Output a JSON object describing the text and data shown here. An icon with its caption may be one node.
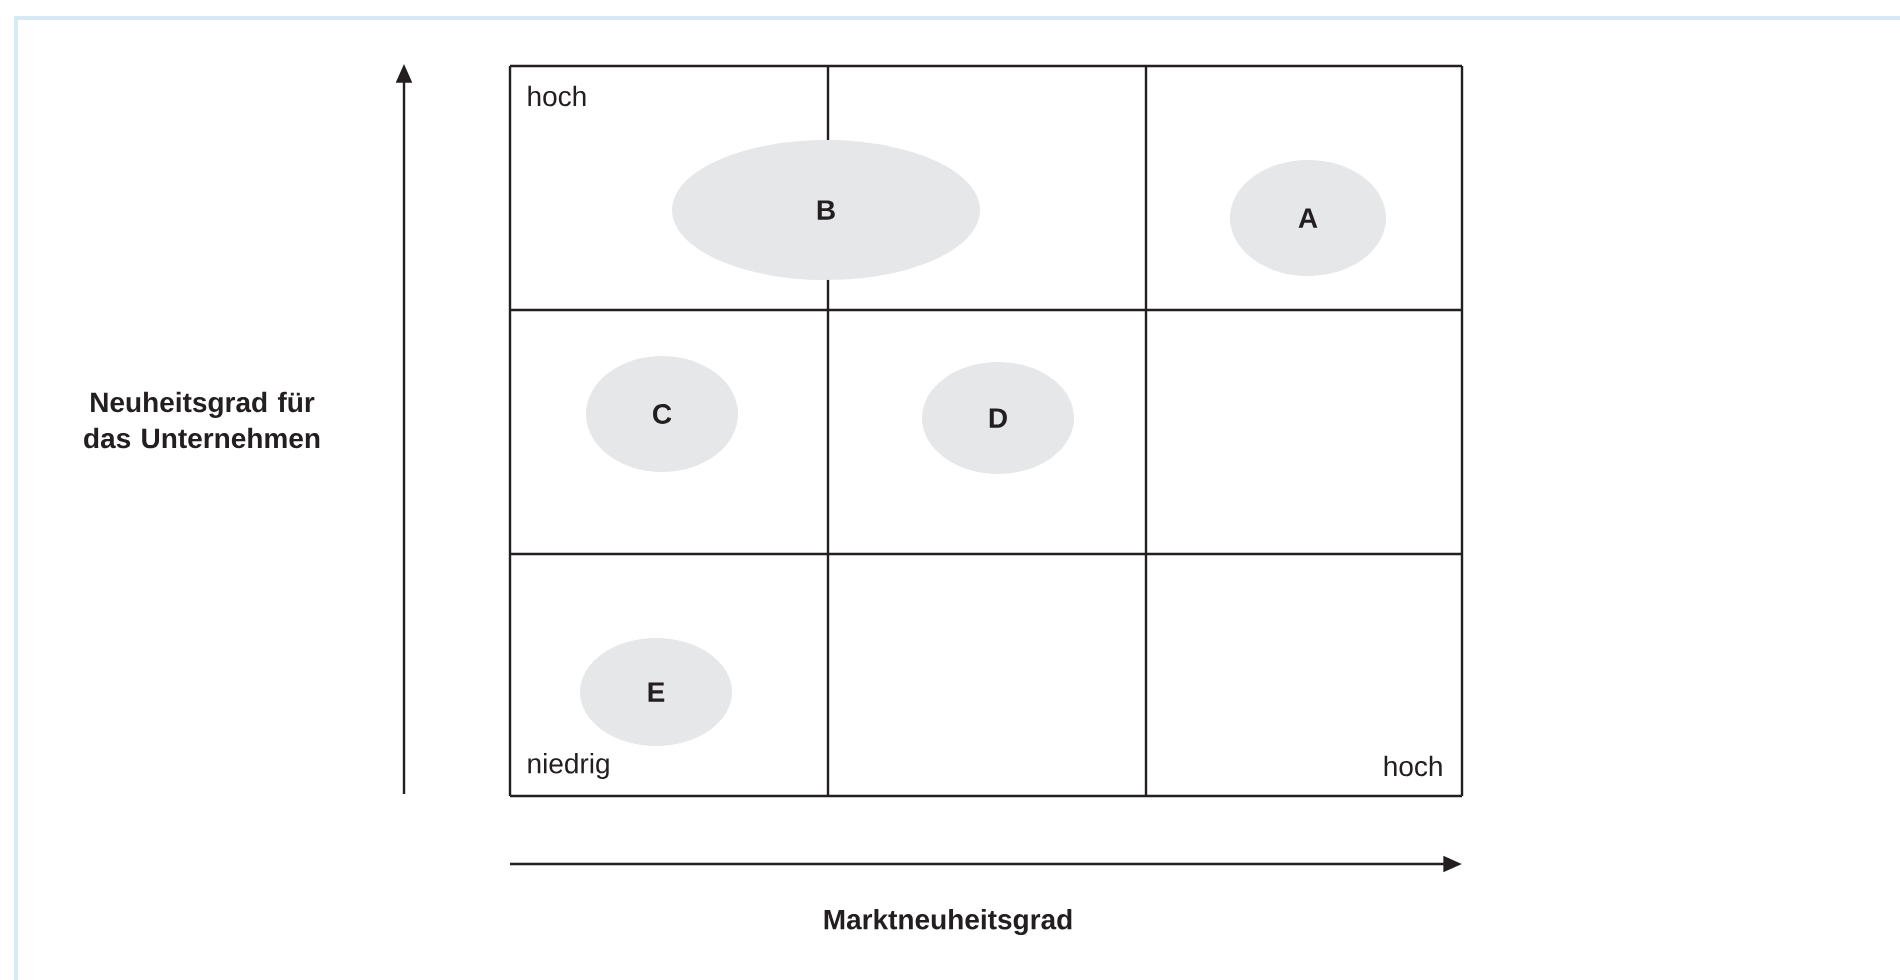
{
  "diagram": {
    "nodes": [
      {
        "text": [
          "B"
        ]
      },
      {
        "text": [
          "A"
        ]
      },
      {
        "text": [
          "C"
        ]
      },
      {
        "text": [
          "D"
        ]
      },
      {
        "text": [
          "E"
        ]
      }
    ],
    "labels": [
      "hoch",
      "Neuheitsgrad für das Unternehmen",
      "niedrig",
      "hoch",
      "Marktneuheitsgrad"
    ]
  }
}
